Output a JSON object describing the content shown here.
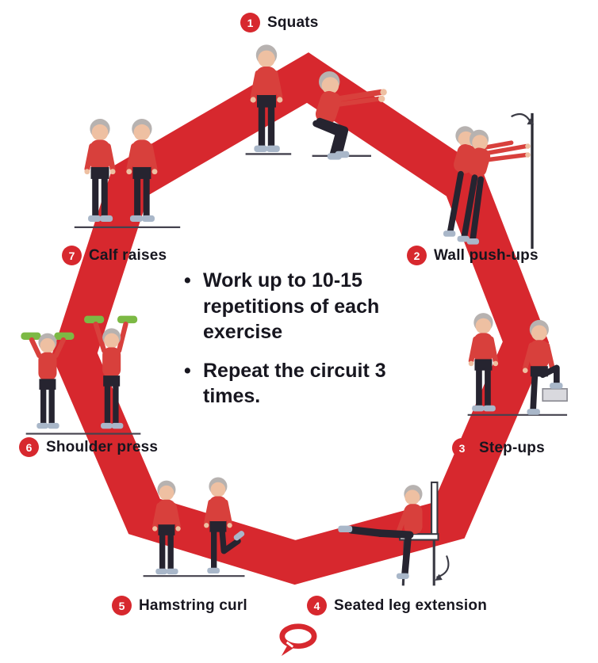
{
  "center": {
    "bullets": [
      "Work up to 10-15 repetitions of each exercise",
      "Repeat the circuit 3 times."
    ]
  },
  "exercises": [
    {
      "number": "1",
      "label": "Squats"
    },
    {
      "number": "2",
      "label": "Wall push-ups"
    },
    {
      "number": "3",
      "label": "Step-ups"
    },
    {
      "number": "4",
      "label": "Seated leg extension"
    },
    {
      "number": "5",
      "label": "Hamstring curl"
    },
    {
      "number": "6",
      "label": "Shoulder press"
    },
    {
      "number": "7",
      "label": "Calf raises"
    }
  ],
  "colors": {
    "accent_red": "#d7282e",
    "shirt_red": "#d8403c",
    "text_dark": "#17161f",
    "dumbbell_green": "#7cb944"
  },
  "icons": {
    "logo": "speech-bubble-logo"
  }
}
